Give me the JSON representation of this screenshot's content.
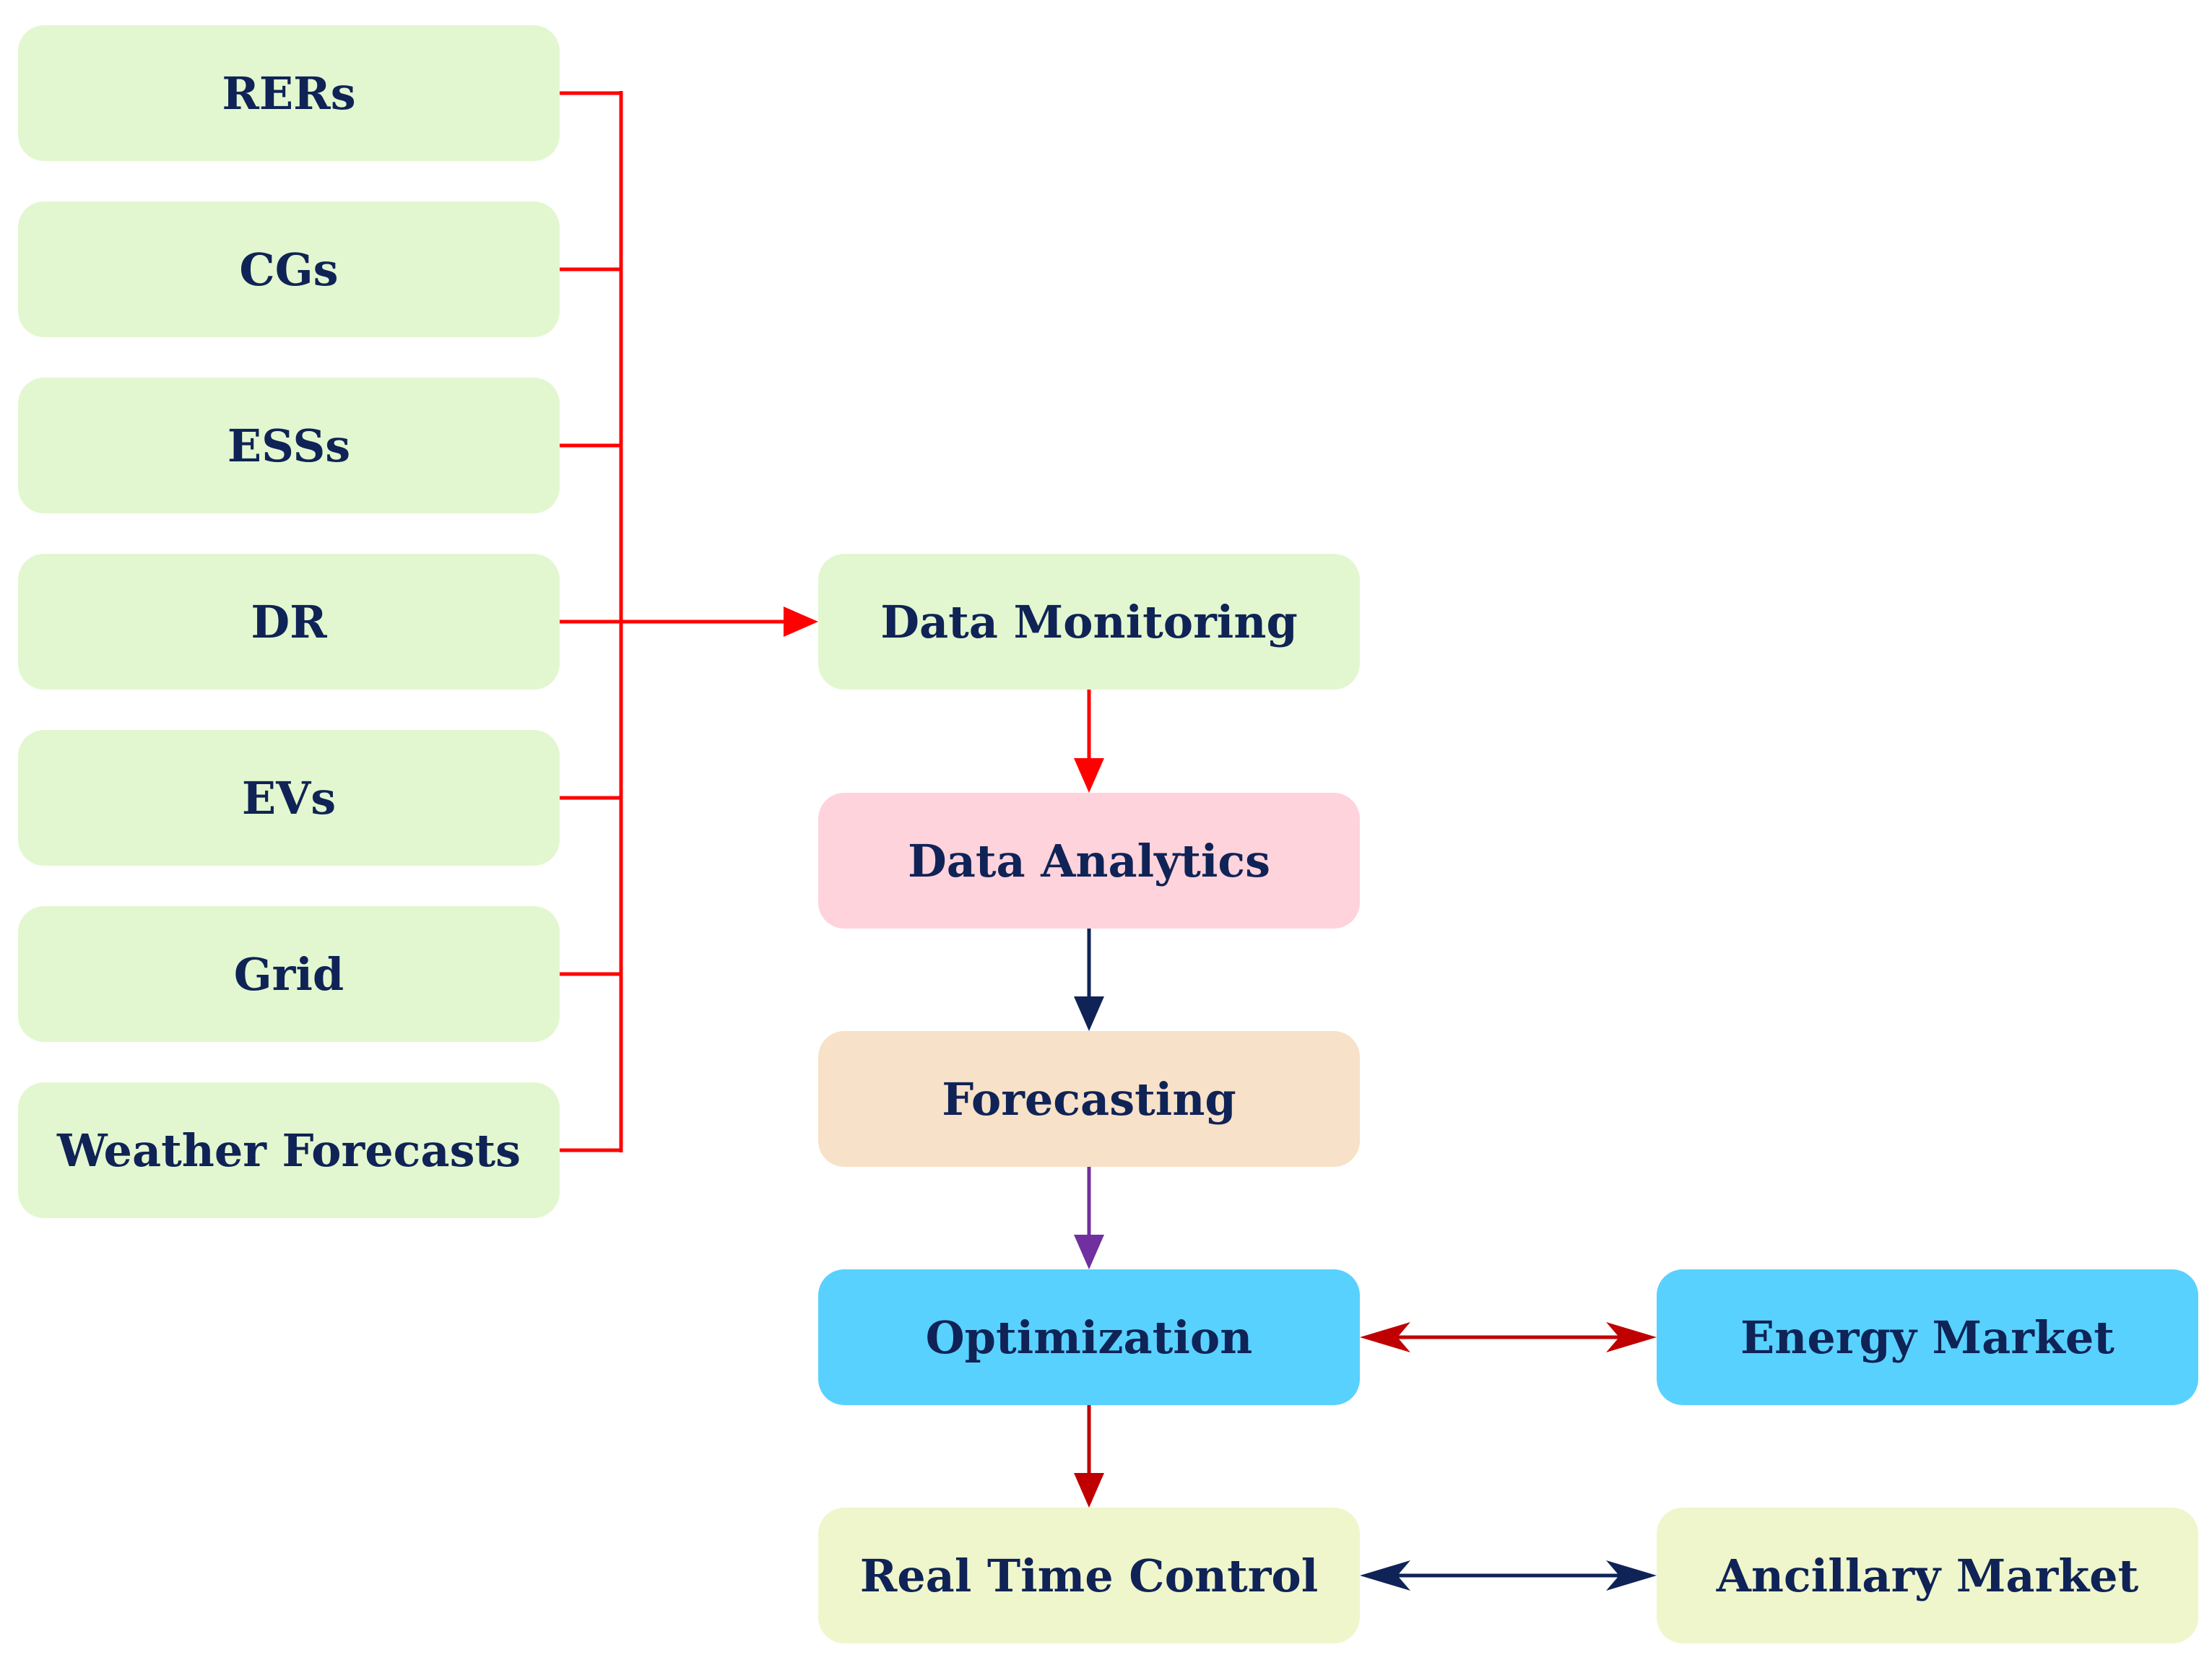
{
  "sources": [
    {
      "id": "rers",
      "label": "RERs"
    },
    {
      "id": "cgs",
      "label": "CGs"
    },
    {
      "id": "esss",
      "label": "ESSs"
    },
    {
      "id": "dr",
      "label": "DR"
    },
    {
      "id": "evs",
      "label": "EVs"
    },
    {
      "id": "grid",
      "label": "Grid"
    },
    {
      "id": "weather",
      "label": "Weather Forecasts"
    }
  ],
  "pipeline": [
    {
      "id": "monitoring",
      "label": "Data Monitoring"
    },
    {
      "id": "analytics",
      "label": "Data Analytics"
    },
    {
      "id": "forecasting",
      "label": "Forecasting"
    },
    {
      "id": "optimization",
      "label": "Optimization"
    },
    {
      "id": "control",
      "label": "Real Time Control"
    }
  ],
  "markets": [
    {
      "id": "energy",
      "label": "Energy Market"
    },
    {
      "id": "ancillary",
      "label": "Ancillary Market"
    }
  ],
  "colors": {
    "source_fill": "#e2f7cf",
    "analytics_fill": "#ffd3dc",
    "forecasting_fill": "#f7e1c8",
    "optimization_fill": "#58d1ff",
    "control_fill": "#eff6cc",
    "text": "#0f2356",
    "red_link": "#ff0000",
    "dark_red_link": "#c00000",
    "navy_link": "#0f2356",
    "purple_link": "#7030a0"
  }
}
